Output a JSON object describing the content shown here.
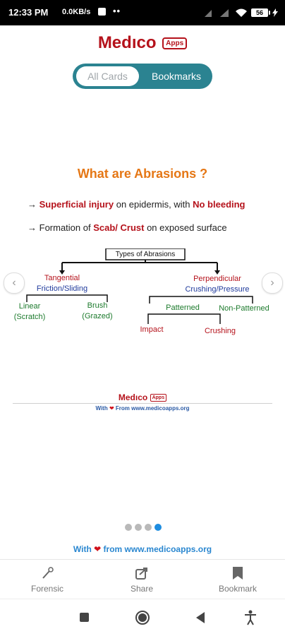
{
  "status_bar": {
    "time": "12:33 PM",
    "speed": "0.0KB/s",
    "dots": "••",
    "battery": "56"
  },
  "app": {
    "logo": {
      "name_a": "Med",
      "name_b": "co",
      "badge": "Apps"
    }
  },
  "tabs": {
    "all_cards": "All Cards",
    "bookmarks": "Bookmarks",
    "active": "all_cards"
  },
  "card": {
    "title": "What are Abrasions ?",
    "bullet1": {
      "arrow": "→",
      "highlight1": "Superficial injury",
      "mid": " on epidermis, with ",
      "highlight2": "No bleeding"
    },
    "bullet2": {
      "arrow": "→",
      "pre": "Formation of ",
      "highlight": "Scab/ Crust",
      "post": " on exposed surface"
    },
    "diagram": {
      "root": "Types of Abrasions",
      "left": {
        "line1": "Tangential",
        "line2": "Friction/Sliding"
      },
      "right": {
        "line1": "Perpendicular",
        "line2": "Crushing/Pressure"
      },
      "linear": {
        "line1": "Linear",
        "line2": "(Scratch)"
      },
      "brush": {
        "line1": "Brush",
        "line2": "(Grazed)"
      },
      "patterned": "Patterned",
      "non_patterned": "Non-Patterned",
      "impact": "Impact",
      "crushing": "Crushing"
    },
    "footer_logo": {
      "name_a": "Med",
      "name_b": "co",
      "badge": "Apps"
    },
    "footer_with": {
      "pre": "With",
      "post": "From www.medicoapps.org"
    }
  },
  "pagination": {
    "count": 4,
    "active_index": 3
  },
  "footer": {
    "pre": "With",
    "post": "from www.medicoapps.org"
  },
  "bottom_nav": {
    "forensic": "Forensic",
    "share": "Share",
    "bookmark": "Bookmark"
  },
  "colors": {
    "accent_teal": "#2b8391",
    "brand_red": "#b5121b",
    "title_orange": "#e57715",
    "dot_active": "#1e8de0"
  }
}
